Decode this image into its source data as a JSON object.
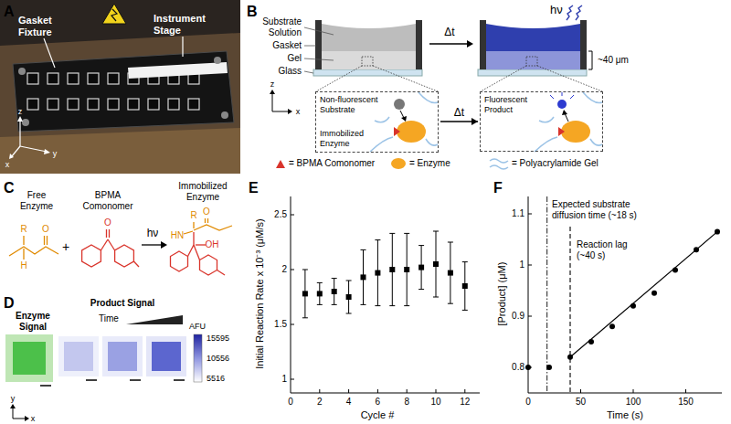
{
  "diagram": {
    "nodes": [
      {
        "text": [
          "Non-fluorescent Substrate",
          "Immobilized Enzyme"
        ]
      },
      {
        "text": [
          "Fluorescent Product"
        ]
      }
    ],
    "edges": [
      {
        "from": 0,
        "to": 1,
        "label": "Δt",
        "arrow": "to"
      }
    ],
    "labels": [
      "A",
      "Gasket Fixture",
      "Instrument Stage",
      "z",
      "x",
      "y",
      "B",
      "Substrate Solution",
      "Gasket",
      "Gel",
      "Glass",
      "Δt",
      "hν",
      "~40 μm",
      "z",
      "x",
      "C",
      "Free Enzyme",
      "BPMA Comonomer",
      "Immobilized Enzyme",
      "hν",
      "D",
      "Enzyme Signal",
      "Product Signal",
      "Time",
      "AFU",
      "15595",
      "10556",
      "5516",
      "y",
      "x",
      "E",
      "Initial Reaction Rate x 10⁻³ (μM/s)",
      "2.5",
      "2",
      "1.5",
      "1",
      "0",
      "2",
      "4",
      "6",
      "8",
      "10",
      "12",
      "Cycle #",
      "F",
      "[Product] (μM)",
      "1.1",
      "1",
      "0.9",
      "0.8",
      "0",
      "50",
      "100",
      "150",
      "Time (s)",
      "Expected substrate diffusion time (~18 s)",
      "Reaction lag (~40 s)",
      "R",
      "H",
      "O",
      "+",
      "O",
      "R",
      "HN",
      "O",
      "OH"
    ],
    "legend": [
      {
        "text": "= BPMA Comonomer"
      },
      {
        "text": "= Enzyme"
      },
      {
        "text": "= Polyacrylamide Gel"
      }
    ]
  }
}
